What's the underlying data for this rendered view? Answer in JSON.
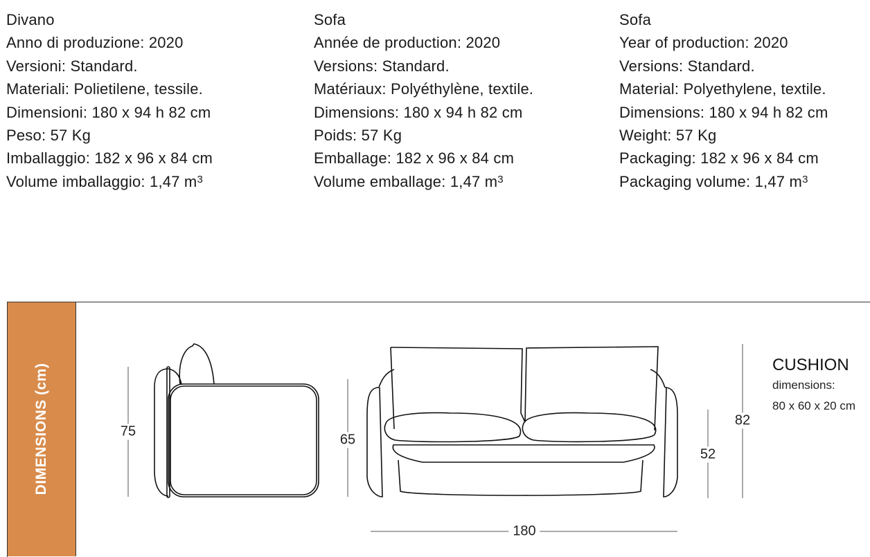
{
  "specs": [
    {
      "lang": "it",
      "lines": [
        "Divano",
        "Anno di produzione: 2020",
        "Versioni: Standard.",
        "Materiali: Polietilene, tessile.",
        "Dimensioni: 180 x 94 h 82 cm",
        "Peso: 57 Kg",
        "Imballaggio: 182 x 96 x 84 cm"
      ],
      "volume_label": "Volume imballaggio: 1,47 m",
      "volume_sup": "3"
    },
    {
      "lang": "fr",
      "lines": [
        "Sofa",
        "Année de production: 2020",
        "Versions: Standard.",
        "Matériaux: Polyéthylène, textile.",
        "Dimensions: 180 x 94 h 82 cm",
        "Poids: 57 Kg",
        "Emballage: 182 x 96 x 84 cm"
      ],
      "volume_label": "Volume emballage: 1,47 m",
      "volume_sup": "3"
    },
    {
      "lang": "en",
      "lines": [
        "Sofa",
        "Year of production: 2020",
        "Versions: Standard.",
        "Material: Polyethylene, textile.",
        "Dimensions: 180 x 94 h 82 cm",
        "Weight: 57 Kg",
        "Packaging: 182 x 96 x 84 cm"
      ],
      "volume_label": "Packaging volume: 1,47 m",
      "volume_sup": "3"
    }
  ],
  "dimensions": {
    "section_label": "DIMENSIONS (cm)",
    "side_height": "75",
    "front_seat_back": "65",
    "seat_height": "52",
    "total_height": "82",
    "width": "180",
    "cushion_title": "CUSHION",
    "cushion_sub": "dimensions:",
    "cushion_size": "80 x 60 x 20 cm"
  },
  "colors": {
    "accent": "#d98b4b"
  }
}
